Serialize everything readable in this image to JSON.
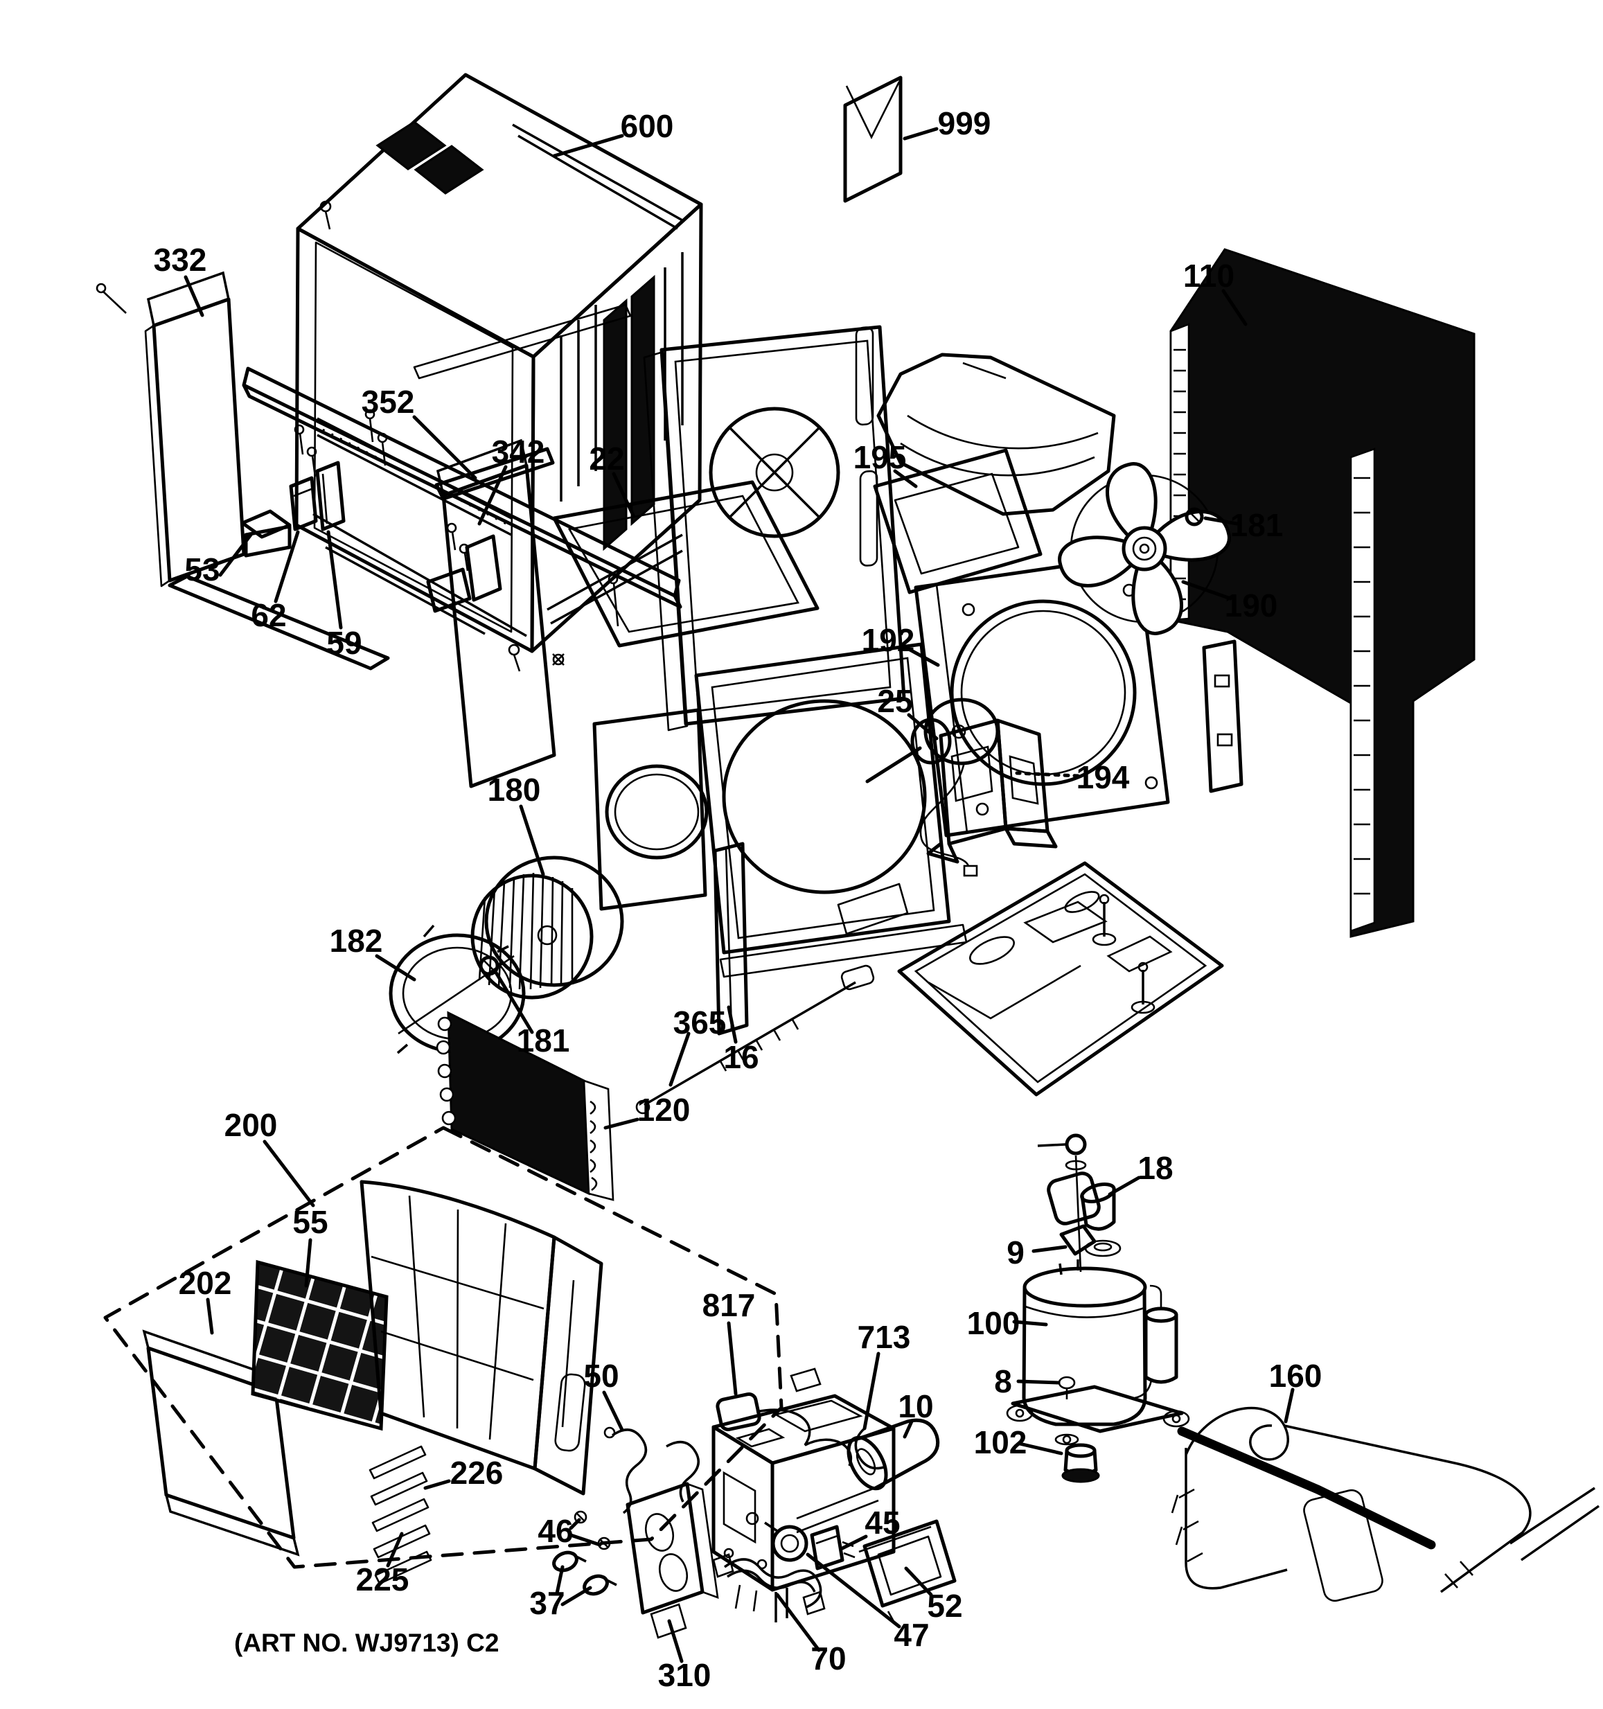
{
  "page": {
    "background": "#ffffff",
    "ink": "#000000"
  },
  "diagram": {
    "art_no": "(ART NO. WJ9713) C2",
    "callouts": {
      "c600": "600",
      "c999": "999",
      "c332": "332",
      "c352": "352",
      "c342": "342",
      "c53": "53",
      "c62": "62",
      "c59": "59",
      "c22": "22",
      "c195": "195",
      "c192": "192",
      "c25": "25",
      "c110": "110",
      "c181a": "181",
      "c190": "190",
      "c194": "194",
      "c180": "180",
      "c182": "182",
      "c181b": "181",
      "c16": "16",
      "c365": "365",
      "c120": "120",
      "c200": "200",
      "c202": "202",
      "c55": "55",
      "c226": "226",
      "c225": "225",
      "c817": "817",
      "c50": "50",
      "c713": "713",
      "c10": "10",
      "c45": "45",
      "c46": "46",
      "c37": "37",
      "c310": "310",
      "c70": "70",
      "c47": "47",
      "c52": "52",
      "c18": "18",
      "c9": "9",
      "c100": "100",
      "c8": "8",
      "c102": "102",
      "c160": "160"
    }
  }
}
